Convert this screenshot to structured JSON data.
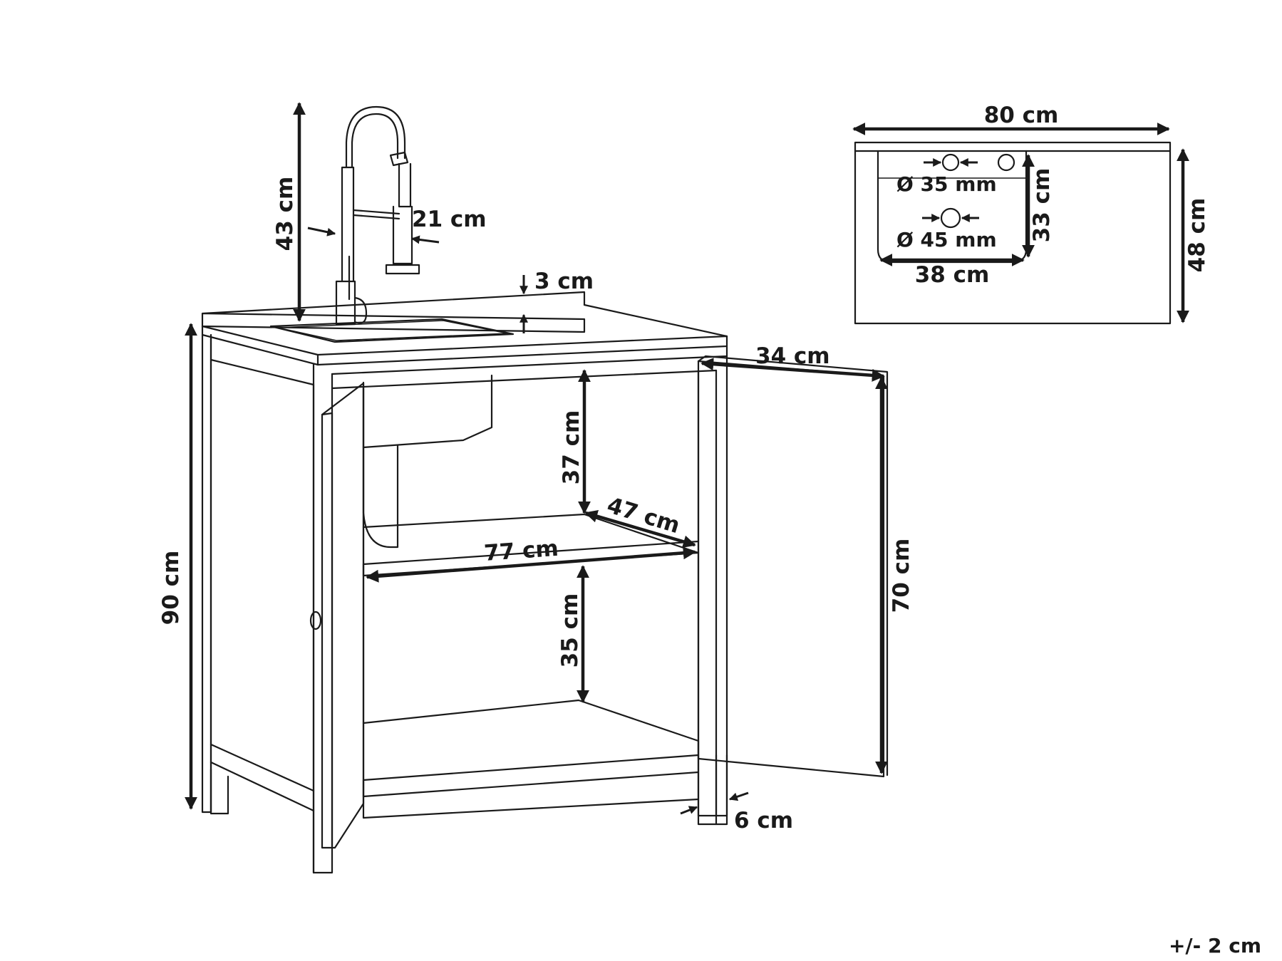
{
  "diagram": {
    "cabinet": {
      "faucet_height": "43 cm",
      "faucet_diameter": "21 cm",
      "countertop_thickness": "3 cm",
      "total_height": "90 cm",
      "door_width": "34 cm",
      "door_height": "70 cm",
      "upper_compartment_height": "37 cm",
      "shelf_depth": "47 cm",
      "interior_width": "77 cm",
      "lower_compartment_height": "35 cm",
      "leg_width": "6 cm"
    },
    "top_view": {
      "width": "80 cm",
      "depth": "48 cm",
      "hole_small": "Ø 35 mm",
      "hole_large": "Ø 45 mm",
      "basin_depth": "33 cm",
      "basin_width": "38 cm"
    },
    "tolerance": "+/- 2 cm"
  }
}
